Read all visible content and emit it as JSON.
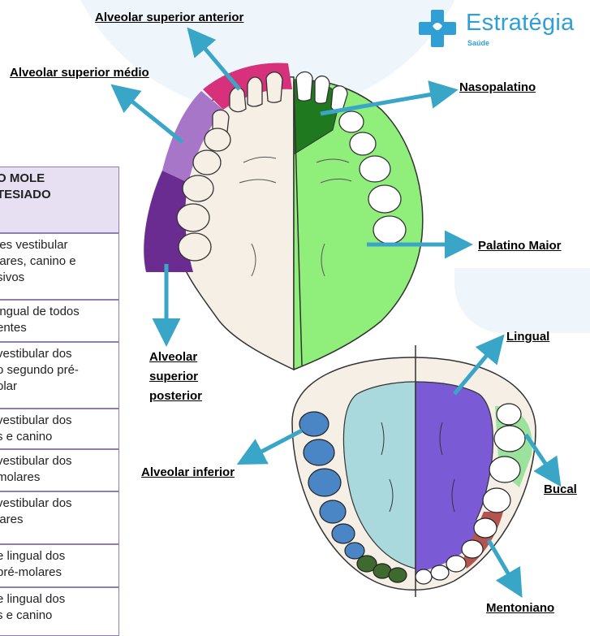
{
  "brand": {
    "name": "Estratégia",
    "sub": "Saúde",
    "color": "#2f9fd6"
  },
  "labels": {
    "alveolar_superior_anterior": "Alveolar superior anterior",
    "alveolar_superior_medio": "Alveolar superior médio",
    "nasopalatino": "Nasopalatino",
    "palatino_maior": "Palatino Maior",
    "alveolar_superior_posterior": "Alveolar superior posterior",
    "lingual": "Lingual",
    "alveolar_inferior": "Alveolar inferior",
    "bucal": "Bucal",
    "mentoniano": "Mentoniano"
  },
  "table": {
    "header": "O MOLE\nTESIADO",
    "rows": [
      "les vestibular\nlares, canino e\nsivos",
      "ingual de todos\nentes",
      "vestibular dos\no segundo pré-\nolar",
      "vestibular dos\ns e canino",
      "vestibular dos\nmolares",
      "vestibular dos\nlares",
      "e lingual dos\npré-molares",
      "e lingual dos\ns e canino"
    ]
  },
  "colors": {
    "arrow": "#3aa6c7",
    "alveolar_superior_anterior": "#d6317a",
    "alveolar_superior_medio": "#8b5bb7",
    "alveolar_superior_posterior": "#6a2c91",
    "nasopalatino": "#1f7a1f",
    "palatino_maior": "#90ee7a",
    "lingual": "#7b5ad6",
    "alveolar_inferior_tongue": "#a9d9dc",
    "alveolar_inferior_teeth": "#4a86c5",
    "bucal": "#9be39c",
    "mentoniano": "#b5544f",
    "incisors_lower": "#3e6b2d"
  }
}
